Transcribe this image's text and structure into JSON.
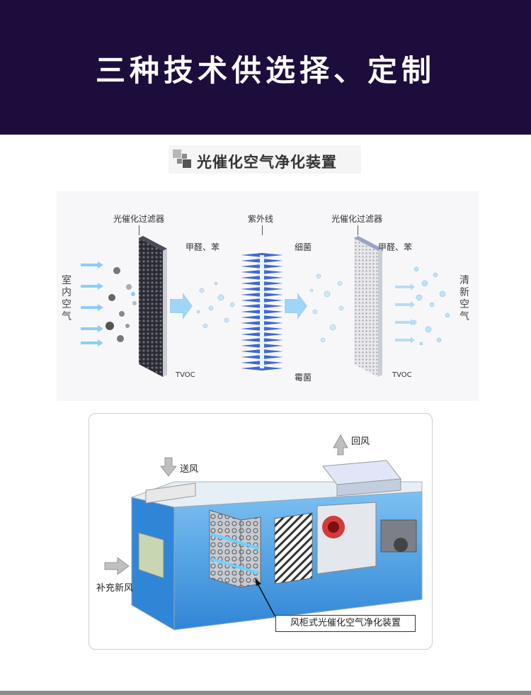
{
  "banner": {
    "title": "三种技术供选择、定制",
    "background": "#1c0d3c"
  },
  "section": {
    "title": "光催化空气净化装置"
  },
  "diagram": {
    "filter1_label": "光催化过滤器",
    "uv_label": "紫外线",
    "filter2_label": "光催化过滤器",
    "left_vertical": "室内空气",
    "right_vertical": "清新空气",
    "pollutant1": "甲醛、苯",
    "bacteria": "细菌",
    "pollutant2": "甲醛、苯",
    "tvoc1": "TVOC",
    "mold": "霉菌",
    "tvoc2": "TVOC"
  },
  "unit": {
    "return_air": "回风",
    "supply_air": "送风",
    "fresh_air": "补充新风",
    "callout": "风柜式光催化空气净化装置"
  },
  "colors": {
    "accent_blue": "#3b8fdc",
    "uv": "#1e4fd0",
    "filter_dark": "#2b2b33"
  }
}
